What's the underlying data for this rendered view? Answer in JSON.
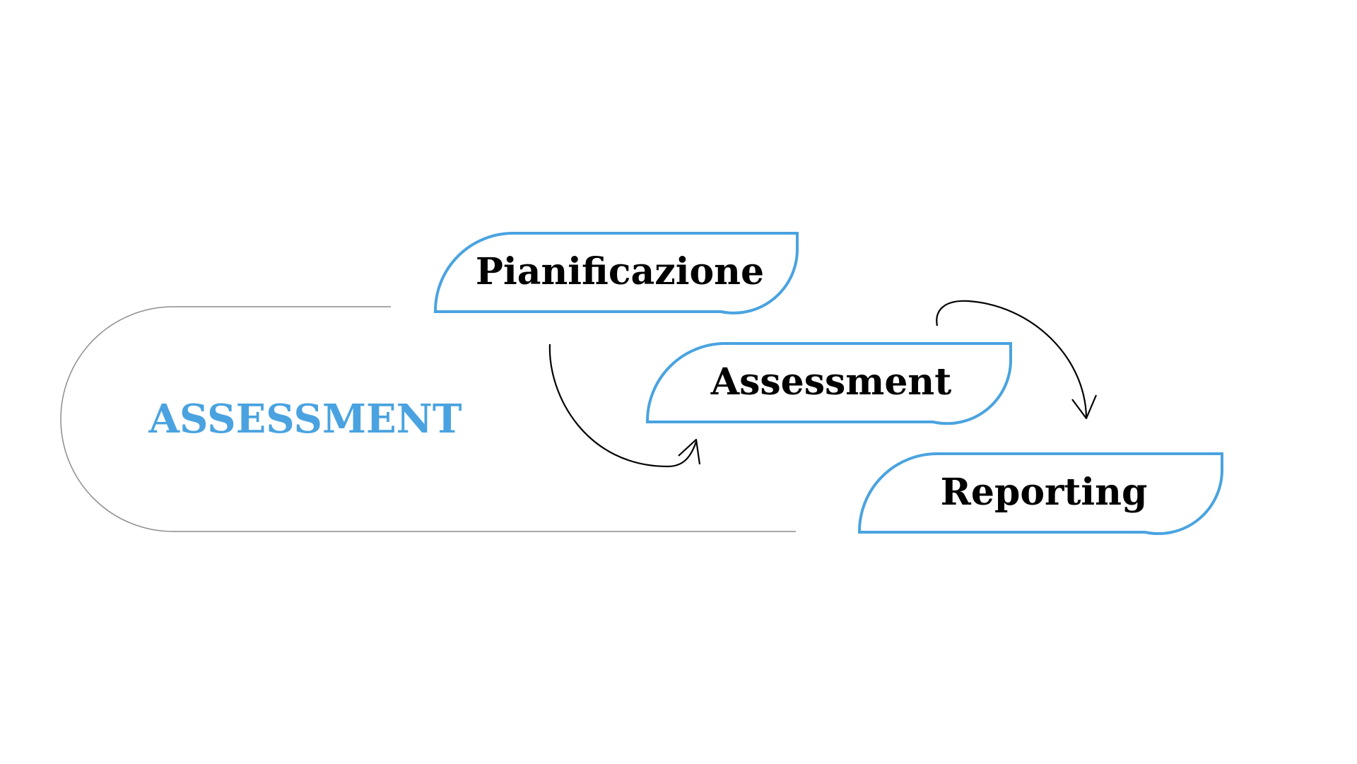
{
  "title": "ASSESSMENT",
  "steps": [
    {
      "label": "Pianificazione"
    },
    {
      "label": "Assessment"
    },
    {
      "label": "Reporting"
    }
  ],
  "colors": {
    "accent": "#4AA3E0",
    "text": "#000000",
    "outline": "#8C8C8C",
    "arrow": "#000000"
  }
}
